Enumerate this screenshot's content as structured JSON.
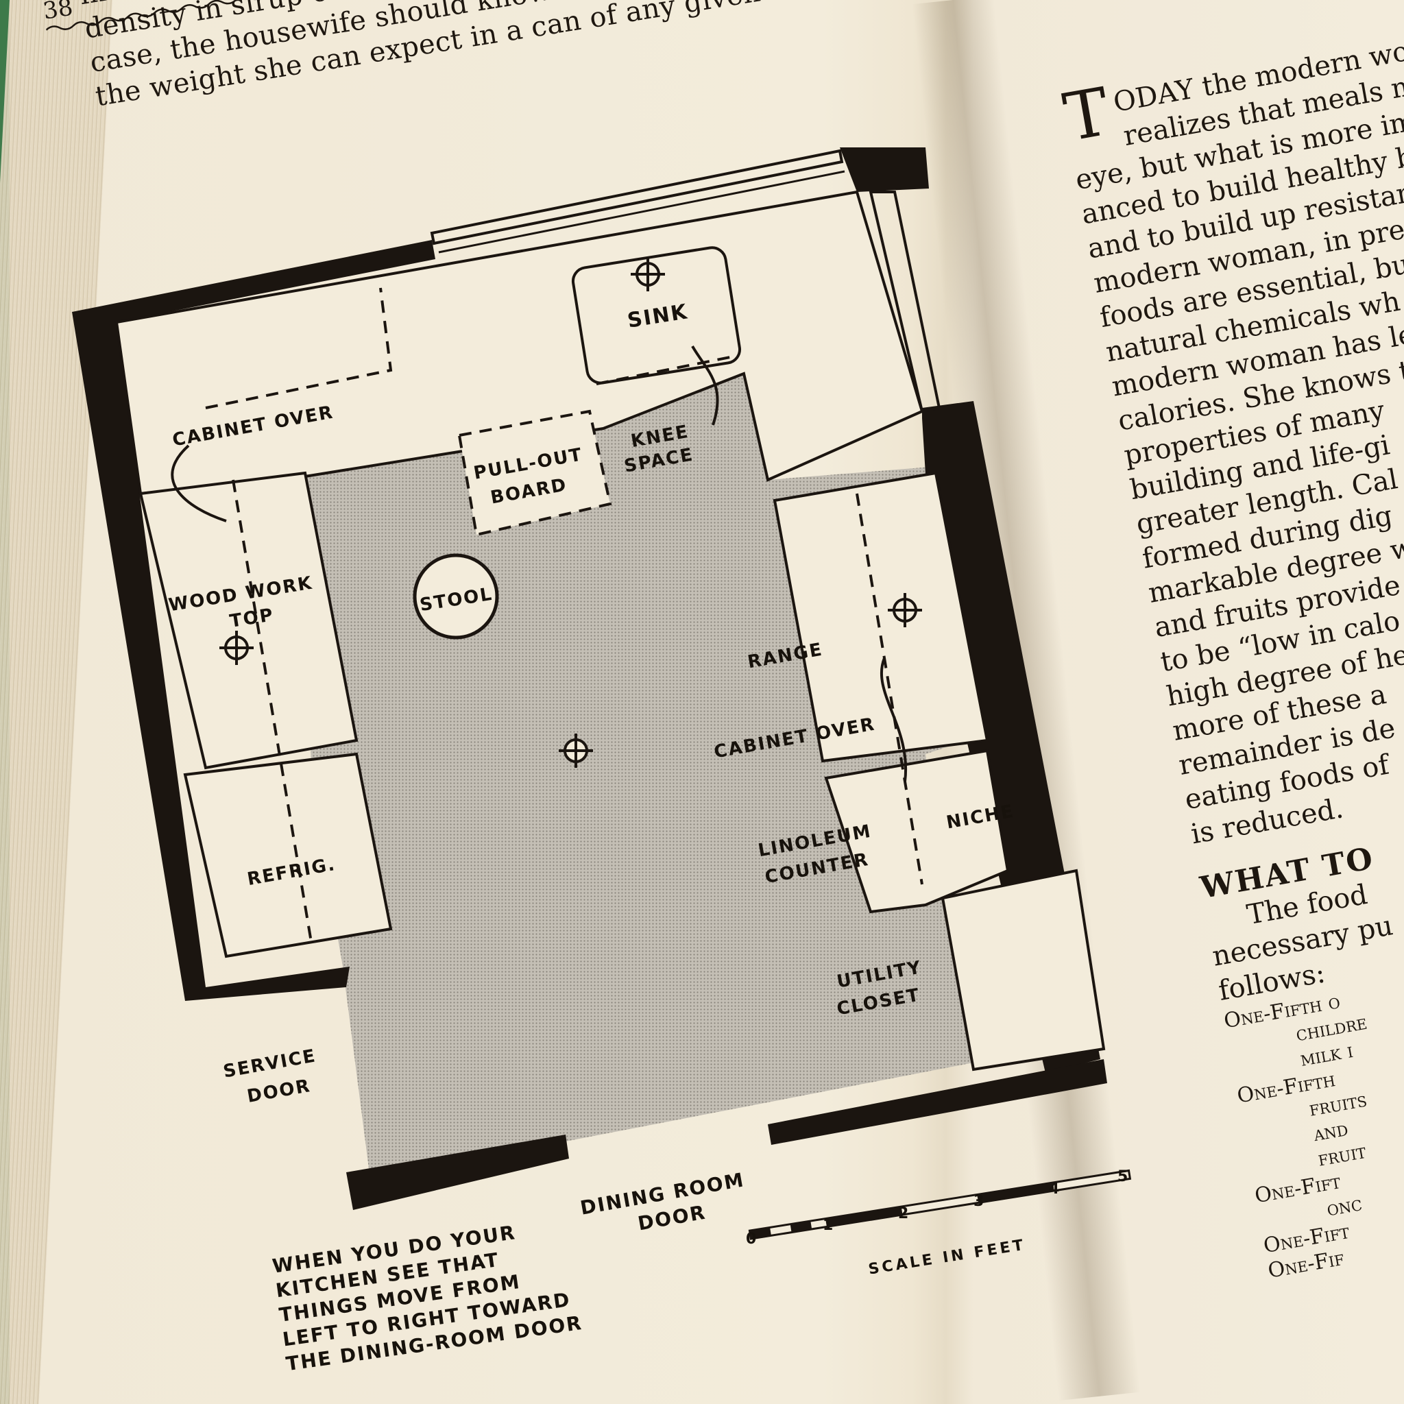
{
  "left_page": {
    "page_number": "38",
    "top_lines": [
      "in weight is probably due to a more",
      "density in sirup content in the heavier cans and,",
      "case, the housewife should know not only the number but also",
      "the weight she can expect in a can of any given size."
    ],
    "plan_labels": {
      "cabinet_over_top": "CABINET OVER",
      "sink": "SINK",
      "pull_out_board_1": "PULL-OUT",
      "pull_out_board_2": "BOARD",
      "knee_space_1": "KNEE",
      "knee_space_2": "SPACE",
      "woodwork_top_1": "WOOD WORK",
      "woodwork_top_2": "TOP",
      "stool": "STOOL",
      "range": "RANGE",
      "cabinet_over_right": "CABINET OVER",
      "refrig": "REFRIG.",
      "linoleum_counter_1": "LINOLEUM",
      "linoleum_counter_2": "COUNTER",
      "niche": "NICHE",
      "utility_closet_1": "UTILITY",
      "utility_closet_2": "CLOSET",
      "service_door_1": "SERVICE",
      "service_door_2": "DOOR",
      "dining_room_door_1": "DINING ROOM",
      "dining_room_door_2": "DOOR"
    },
    "caption_lines": [
      "WHEN YOU DO YOUR",
      "KITCHEN SEE THAT",
      "THINGS MOVE FROM",
      "LEFT TO RIGHT TOWARD",
      "THE DINING-ROOM DOOR"
    ],
    "scale": {
      "title": "SCALE IN FEET",
      "ticks": [
        "0",
        "1",
        "2",
        "3",
        "4",
        "5"
      ]
    }
  },
  "right_page": {
    "dropcap": "T",
    "lines": [
      "ODAY the modern wo",
      "realizes that meals mu",
      "eye, but what is more im",
      "anced to build healthy b",
      "and to build up resistanc",
      "modern woman, in prep",
      "foods are essential, but",
      "natural chemicals wh",
      "modern woman has lea",
      "calories. She knows th",
      "properties of many",
      "building and life-gi",
      "greater length. Cal",
      "formed during dig",
      "markable degree w",
      "and fruits provide",
      "to be “low in calo",
      "high degree of he",
      "more of these a",
      "remainder is de",
      "eating foods of",
      "is reduced."
    ],
    "heading": "WHAT TO",
    "para2": [
      "The food",
      "necessary pu",
      "follows:"
    ],
    "list": [
      "One-Fifth o",
      "childre",
      "milk i",
      "One-Fifth",
      "fruits",
      "and",
      "fruit",
      "One-Fift",
      "onc",
      "One-Fift",
      "One-Fif"
    ]
  },
  "colors": {
    "paper": "#f3ecdb",
    "ink": "#17120c",
    "floor_gray": "#b9b4ab",
    "cover_green": "#3d7a4a"
  }
}
